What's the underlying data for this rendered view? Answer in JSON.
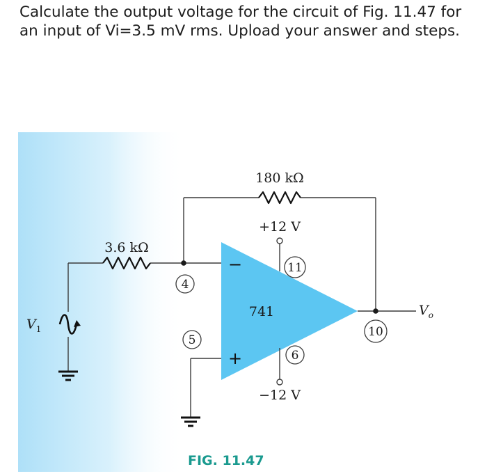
{
  "question": {
    "text": "Calculate the output voltage for the circuit of Fig. 11.47 for an input of Vi=3.5 mV rms. Upload your answer and steps."
  },
  "figure": {
    "caption": "FIG. 11.47",
    "input_resistor": "3.6 kΩ",
    "feedback_resistor": "180 kΩ",
    "positive_supply": "+12 V",
    "negative_supply": "−12 V",
    "opamp_model": "741",
    "input_label": "V",
    "input_label_sub": "1",
    "output_label": "V",
    "output_label_sub": "o",
    "inverting_sign": "−",
    "noninverting_sign": "+",
    "pins": {
      "inverting": "4",
      "noninverting": "5",
      "positive_supply": "11",
      "negative_supply": "6",
      "output": "10"
    },
    "colors": {
      "opamp_fill": "#5cc6f2",
      "background_glow": "#b8e6fa",
      "caption": "#1a9a8f"
    }
  }
}
